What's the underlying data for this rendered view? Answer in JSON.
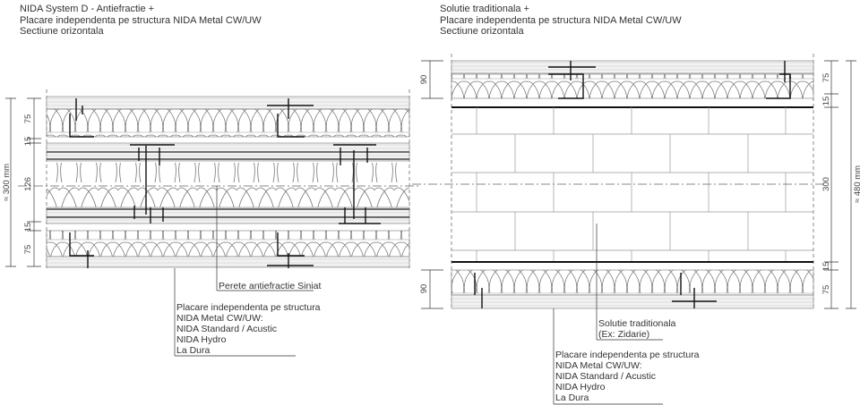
{
  "left": {
    "title": [
      "NIDA System D - Antiefractie +",
      "Placare independenta pe structura NIDA Metal CW/UW",
      "Sectiune orizontala"
    ],
    "dimensions": {
      "total": "≈ 300 mm",
      "layers": [
        "75",
        "15",
        "126",
        "15",
        "75"
      ]
    },
    "callout_wall": "Perete antiefractie Siniat",
    "callout_lining": [
      "Placare independenta pe structura",
      "NIDA Metal CW/UW:",
      "NIDA Standard / Acustic",
      "NIDA Hydro",
      "La Dura"
    ]
  },
  "right": {
    "title": [
      "Solutie traditionala +",
      "Placare independenta pe structura NIDA Metal CW/UW",
      "Sectiune orizontala"
    ],
    "dimensions": {
      "total": "≈ 480 mm",
      "left_top": "90",
      "left_bottom": "90",
      "layers": [
        "75",
        "15",
        "300",
        "15",
        "75"
      ]
    },
    "callout_wall": [
      "Solutie traditionala",
      "(Ex: Zidarie)"
    ],
    "callout_lining": [
      "Placare independenta pe structura",
      "NIDA Metal CW/UW:",
      "NIDA Standard / Acustic",
      "NIDA Hydro",
      "La Dura"
    ]
  }
}
